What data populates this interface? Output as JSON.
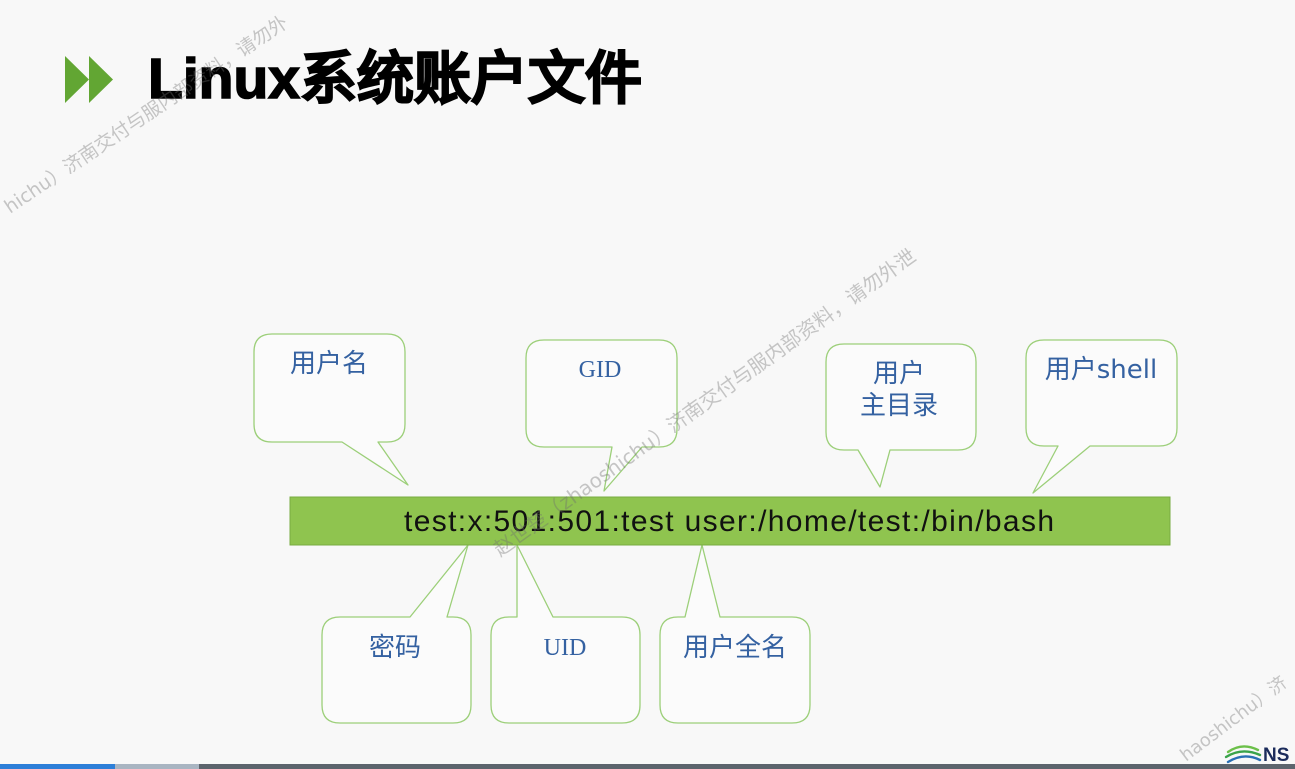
{
  "slide": {
    "title_icon": "double-chevron-right-icon",
    "title": "Linux系统账户文件",
    "record": "test:x:501:501:test user:/home/test:/bin/bash",
    "callouts": {
      "username": [
        "用户名"
      ],
      "gid": [
        "GID"
      ],
      "home_dir": [
        "用户",
        "主目录"
      ],
      "shell": [
        "用户shell"
      ],
      "password": [
        "密码"
      ],
      "uid": [
        "UID"
      ],
      "full_name": [
        "用户全名"
      ]
    }
  },
  "watermark": {
    "top_left": "hichu）济南交付与服内部资料，请勿外",
    "center": "赵世楚（zhaoshichu）济南交付与服内部资料，请勿外泄",
    "bottom_right": "haoshichu）济"
  },
  "logo": {
    "icon": "wave-logo-icon",
    "text": "NS"
  },
  "player": {
    "progress_played": 0.089,
    "progress_buffered": 0.154
  },
  "colors": {
    "background": "#f8f8f8",
    "title_icon": "#62a633",
    "record_bar": "#8fc44f",
    "record_bar_border": "#78ab42",
    "callout_border": "#9ccf79",
    "callout_text": "#3461a1",
    "progress_track": "#5c646d",
    "progress_buffered": "#a9b5c2",
    "progress_played": "#2d7fd8"
  }
}
